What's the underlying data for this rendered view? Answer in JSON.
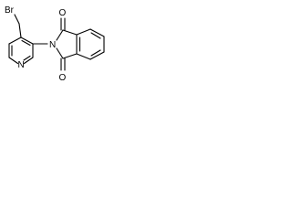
{
  "molecule": {
    "atom_labels": {
      "bromine": "Br",
      "pyridine_nitrogen": "N",
      "imide_nitrogen": "N",
      "carbonyl_oxygen_top": "O",
      "carbonyl_oxygen_bottom": "O"
    },
    "colors": {
      "bond": "#000000",
      "label": "#000000",
      "background": "#ffffff"
    }
  }
}
